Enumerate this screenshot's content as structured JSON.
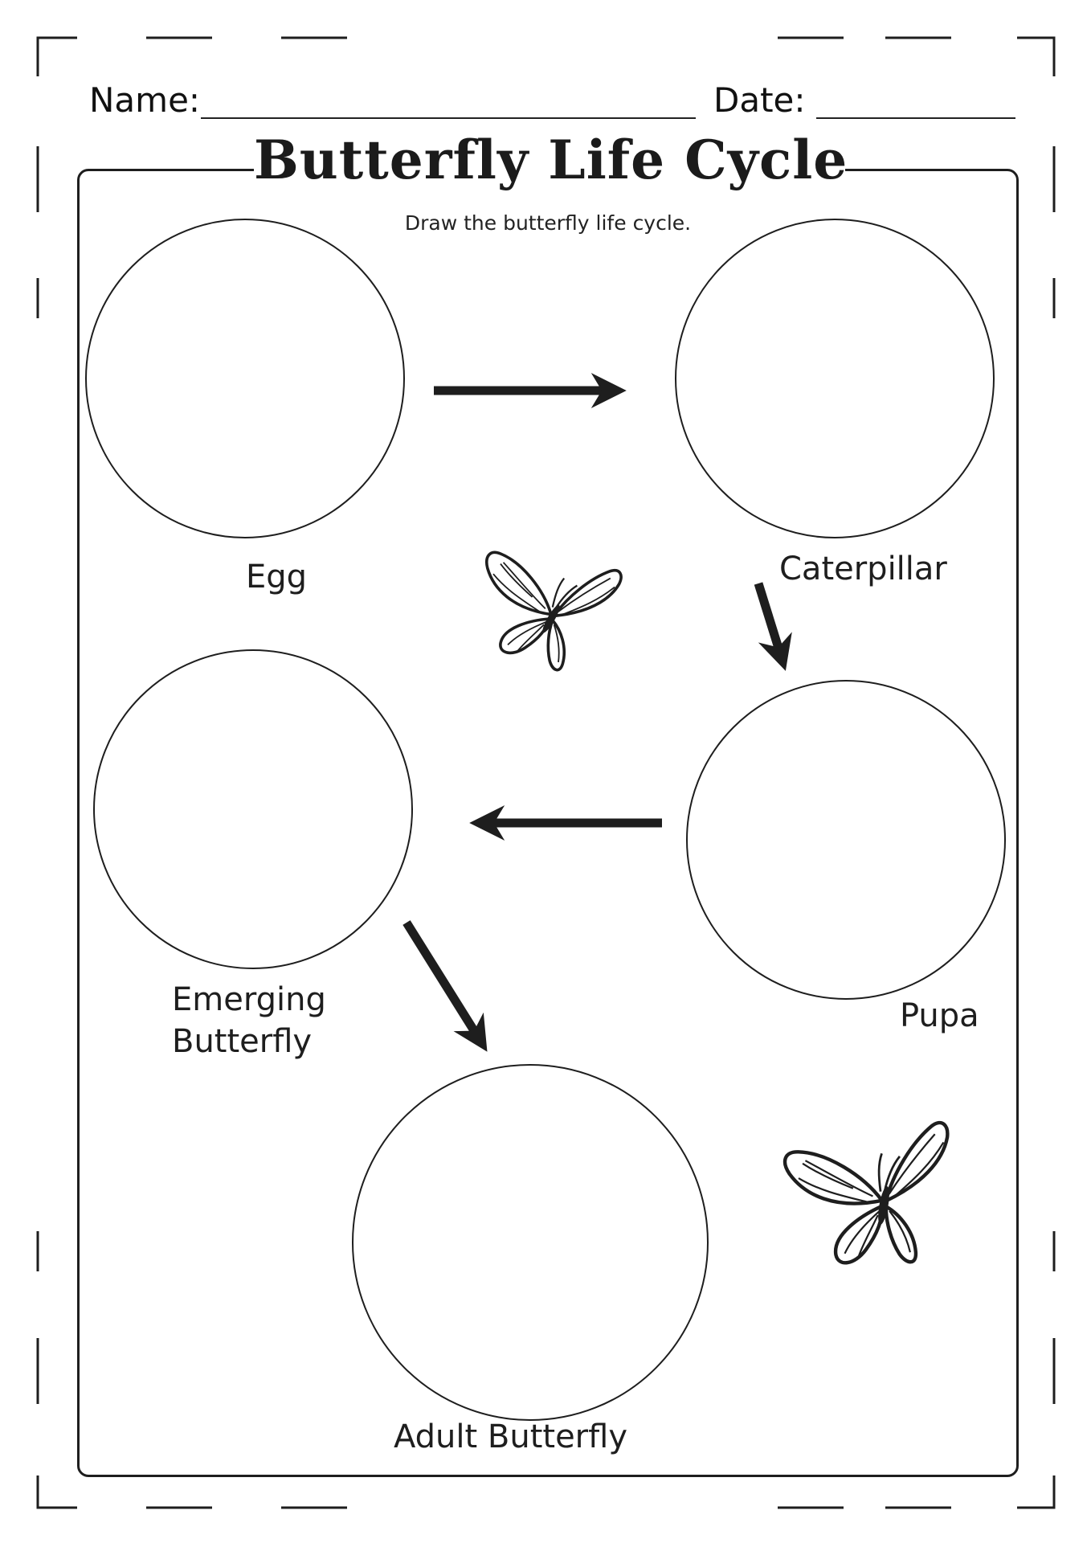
{
  "header": {
    "name_label": "Name:",
    "date_label": "Date:"
  },
  "title": "Butterfly Life Cycle",
  "instructions": "Draw the butterfly life cycle.",
  "stages": [
    {
      "label": "Egg"
    },
    {
      "label": "Caterpillar"
    },
    {
      "label": "Pupa"
    },
    {
      "label": "Emerging\nButterfly"
    },
    {
      "label": "Adult Butterfly"
    }
  ],
  "colors": {
    "ink": "#1e1e1e",
    "paper": "#ffffff"
  },
  "icons": [
    "butterfly-illustration",
    "arrow-right",
    "arrow-down",
    "arrow-left",
    "arrow-down-right"
  ]
}
